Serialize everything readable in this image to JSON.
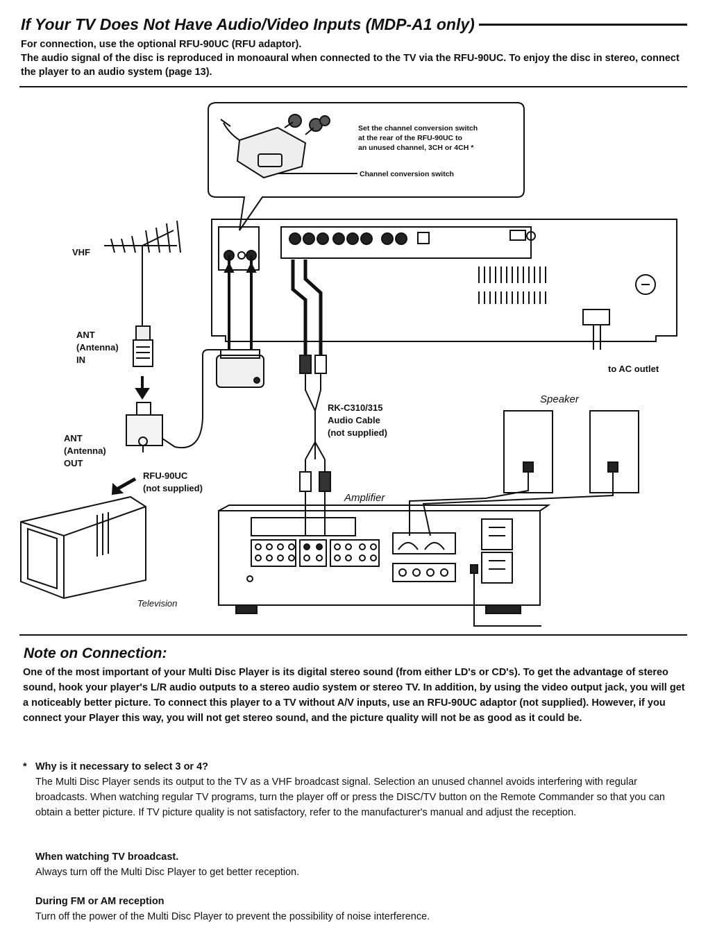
{
  "section": {
    "title": "If Your TV Does Not Have Audio/Video Inputs (MDP-A1 only)",
    "intro_line1": "For connection, use the optional RFU-90UC (RFU adaptor).",
    "intro_line2": "The audio signal of the disc is reproduced in monoaural when connected to the TV via the RFU-90UC. To enjoy the disc in stereo, connect the player to an audio system (page 13)."
  },
  "diagram": {
    "callout_line1": "Set the channel conversion switch",
    "callout_line2": "at the rear of the RFU-90UC to",
    "callout_line3": "an unused channel, 3CH or 4CH *",
    "channel_switch_label": "Channel conversion switch",
    "vhf_label": "VHF",
    "ant_in_line1": "ANT",
    "ant_in_line2": "(Antenna)",
    "ant_in_line3": "IN",
    "ant_out_line1": "ANT",
    "ant_out_line2": "(Antenna)",
    "ant_out_line3": "OUT",
    "rfu_line1": "RFU-90UC",
    "rfu_line2": "(not supplied)",
    "cable_line1": "RK-C310/315",
    "cable_line2": "Audio Cable",
    "cable_line3": "(not supplied)",
    "speaker_label": "Speaker",
    "amplifier_label": "Amplifier",
    "television_label": "Television",
    "ac_outlet_label": "to AC outlet"
  },
  "note": {
    "title": "Note on Connection:",
    "body": "One of the most important of your Multi Disc Player is its digital stereo sound (from either LD's or CD's). To get the advantage of stereo sound, hook your player's L/R audio outputs to a stereo audio system or stereo TV. In addition, by using the video output jack, you will get a noticeably better picture. To connect this player to a TV without A/V inputs, use an RFU-90UC adaptor (not supplied). However, if you connect your Player this way, you will not get stereo sound, and the picture quality will not be as good as it could be.",
    "bullet_marker": "*",
    "why_question": "Why is it necessary to select 3 or 4?",
    "why_answer": "The Multi Disc Player sends its output to the TV as a VHF broadcast signal. Selection an unused channel avoids interfering with regular broadcasts. When watching regular TV programs, turn the player off or press the DISC/TV button on the Remote Commander so that you can obtain a better picture. If TV picture quality is not satisfactory, refer to the manufacturer's manual and adjust the reception.",
    "tv_heading": "When watching TV broadcast.",
    "tv_text": "Always turn off the Multi Disc Player to get better reception.",
    "fm_heading": "During FM or AM reception",
    "fm_text": "Turn off the power of the Multi Disc Player to prevent the possibility of noise interference."
  }
}
